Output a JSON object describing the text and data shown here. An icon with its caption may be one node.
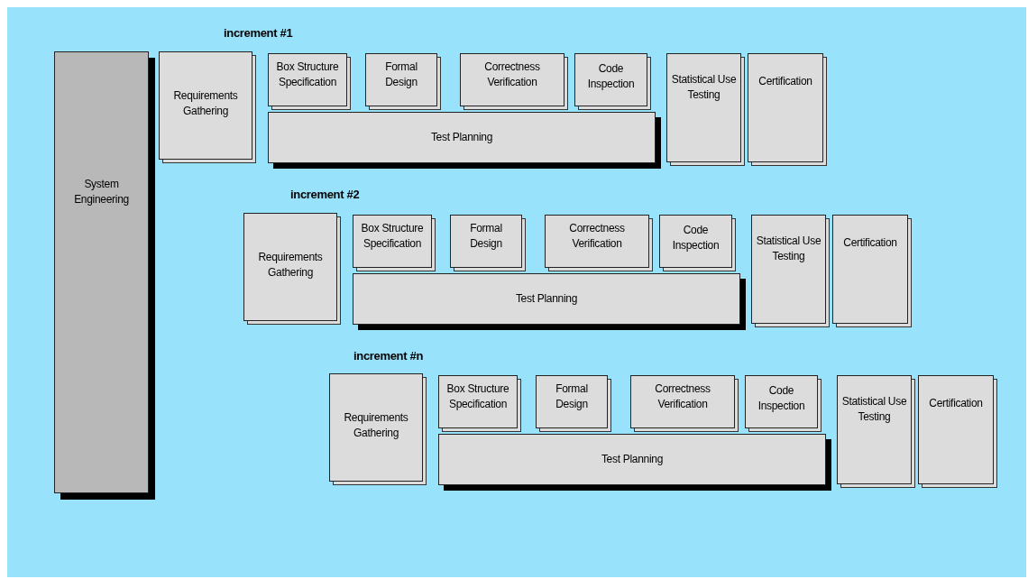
{
  "diagram": {
    "nodes": [
      {
        "text": [
          "System Engineering"
        ]
      },
      {
        "text": [
          "Requirements Gathering"
        ]
      },
      {
        "text": [
          "Box Structure Specification"
        ]
      },
      {
        "text": [
          "Formal Design"
        ]
      },
      {
        "text": [
          "Correctness Verification"
        ]
      },
      {
        "text": [
          "Code Inspection"
        ]
      },
      {
        "text": [
          "Test Planning"
        ]
      },
      {
        "text": [
          "Statistical Use Testing"
        ]
      },
      {
        "text": [
          "Certification"
        ]
      },
      {
        "text": [
          "Requirements Gathering"
        ]
      },
      {
        "text": [
          "Box Structure Specification"
        ]
      },
      {
        "text": [
          "Formal Design"
        ]
      },
      {
        "text": [
          "Correctness Verification"
        ]
      },
      {
        "text": [
          "Code Inspection"
        ]
      },
      {
        "text": [
          "Test Planning"
        ]
      },
      {
        "text": [
          "Statistical Use Testing"
        ]
      },
      {
        "text": [
          "Certification"
        ]
      },
      {
        "text": [
          "Requirements Gathering"
        ]
      },
      {
        "text": [
          "Box Structure Specification"
        ]
      },
      {
        "text": [
          "Formal Design"
        ]
      },
      {
        "text": [
          "Correctness Verification"
        ]
      },
      {
        "text": [
          "Code Inspection"
        ]
      },
      {
        "text": [
          "Test Planning"
        ]
      },
      {
        "text": [
          "Statistical Use Testing"
        ]
      },
      {
        "text": [
          "Certification"
        ]
      }
    ],
    "labels": [
      "increment #1",
      "increment #2",
      "increment #n"
    ]
  }
}
